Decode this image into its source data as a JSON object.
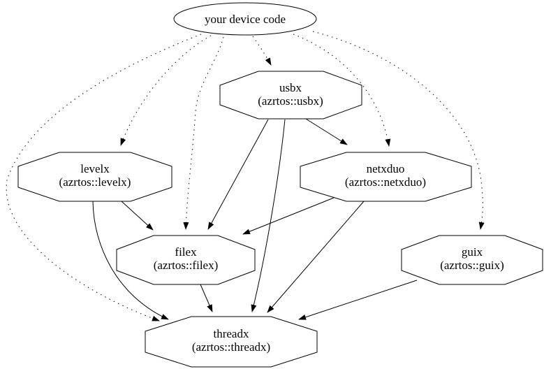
{
  "diagram": {
    "type": "dependency-graph",
    "colors": {
      "background": "#ffffff",
      "stroke": "#000000",
      "text": "#000000"
    },
    "nodes": {
      "device": {
        "label": "your device code",
        "shape": "ellipse"
      },
      "usbx": {
        "label": "usbx",
        "sublabel": "(azrtos::usbx)",
        "shape": "octagon"
      },
      "levelx": {
        "label": "levelx",
        "sublabel": "(azrtos::levelx)",
        "shape": "octagon"
      },
      "netxduo": {
        "label": "netxduo",
        "sublabel": "(azrtos::netxduo)",
        "shape": "octagon"
      },
      "filex": {
        "label": "filex",
        "sublabel": "(azrtos::filex)",
        "shape": "octagon"
      },
      "guix": {
        "label": "guix",
        "sublabel": "(azrtos::guix)",
        "shape": "octagon"
      },
      "threadx": {
        "label": "threadx",
        "sublabel": "(azrtos::threadx)",
        "shape": "octagon"
      }
    },
    "edges": [
      {
        "from": "device",
        "to": "usbx",
        "style": "dotted"
      },
      {
        "from": "device",
        "to": "levelx",
        "style": "dotted"
      },
      {
        "from": "device",
        "to": "netxduo",
        "style": "dotted"
      },
      {
        "from": "device",
        "to": "filex",
        "style": "dotted"
      },
      {
        "from": "device",
        "to": "guix",
        "style": "dotted"
      },
      {
        "from": "device",
        "to": "threadx",
        "style": "dotted"
      },
      {
        "from": "usbx",
        "to": "netxduo",
        "style": "solid"
      },
      {
        "from": "usbx",
        "to": "filex",
        "style": "solid"
      },
      {
        "from": "usbx",
        "to": "threadx",
        "style": "solid"
      },
      {
        "from": "levelx",
        "to": "filex",
        "style": "solid"
      },
      {
        "from": "levelx",
        "to": "threadx",
        "style": "solid"
      },
      {
        "from": "netxduo",
        "to": "filex",
        "style": "solid"
      },
      {
        "from": "netxduo",
        "to": "threadx",
        "style": "solid"
      },
      {
        "from": "filex",
        "to": "threadx",
        "style": "solid"
      },
      {
        "from": "guix",
        "to": "threadx",
        "style": "solid"
      }
    ]
  }
}
